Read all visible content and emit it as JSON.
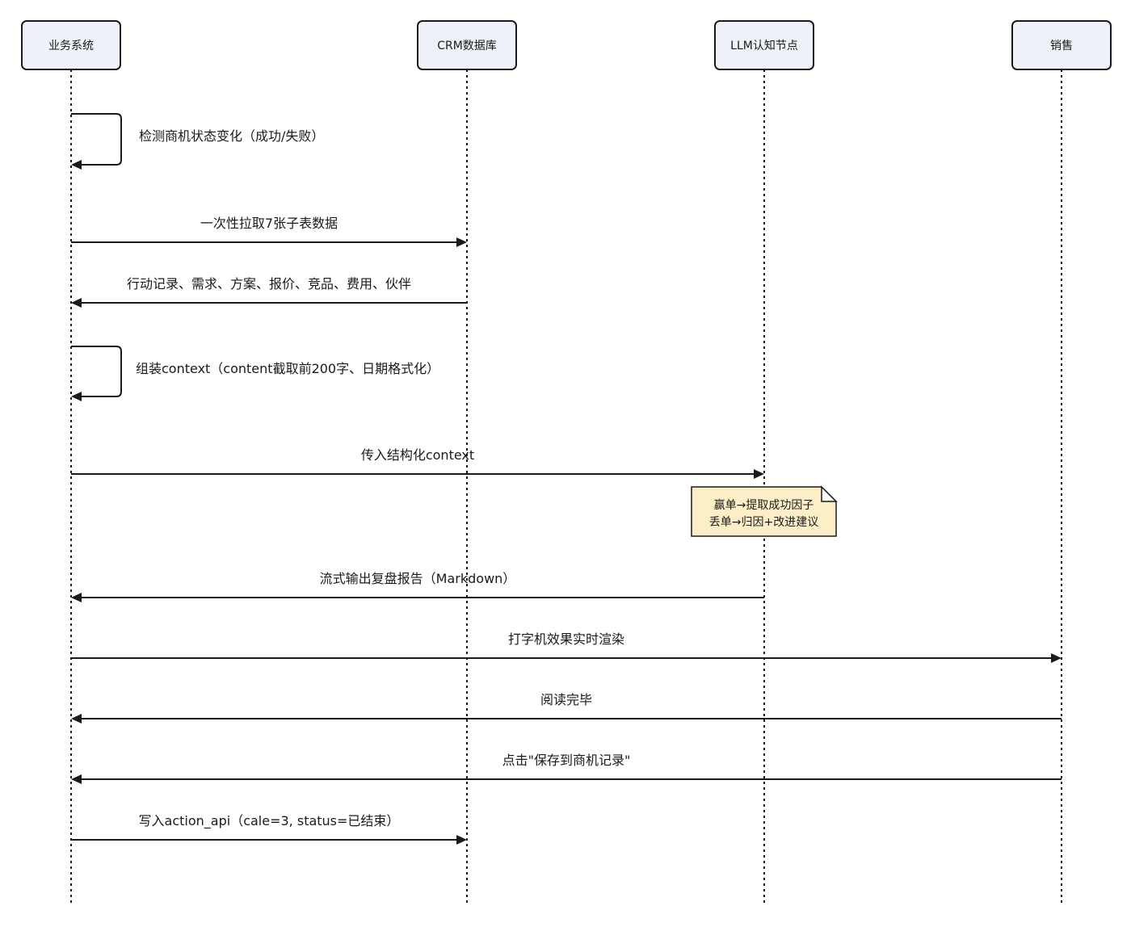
{
  "participants": [
    {
      "id": "biz",
      "label": "业务系统"
    },
    {
      "id": "crm",
      "label": "CRM数据库"
    },
    {
      "id": "llm",
      "label": "LLM认知节点"
    },
    {
      "id": "sales",
      "label": "销售"
    }
  ],
  "messages": [
    {
      "from": "biz",
      "to": "biz",
      "label": "检测商机状态变化（成功/失败）"
    },
    {
      "from": "biz",
      "to": "crm",
      "label": "一次性拉取7张子表数据"
    },
    {
      "from": "crm",
      "to": "biz",
      "label": "行动记录、需求、方案、报价、竞品、费用、伙伴"
    },
    {
      "from": "biz",
      "to": "biz",
      "label": "组装context（content截取前200字、日期格式化）"
    },
    {
      "from": "biz",
      "to": "llm",
      "label": "传入结构化context"
    },
    {
      "from": "llm",
      "to": "biz",
      "label": "流式输出复盘报告（Markdown）"
    },
    {
      "from": "biz",
      "to": "sales",
      "label": "打字机效果实时渲染"
    },
    {
      "from": "sales",
      "to": "biz",
      "label": "阅读完毕"
    },
    {
      "from": "sales",
      "to": "biz",
      "label": "点击\"保存到商机记录\""
    },
    {
      "from": "biz",
      "to": "crm",
      "label": "写入action_api（cale=3, status=已结束）"
    }
  ],
  "note": {
    "over": "llm",
    "after_message": 4,
    "lines": [
      "赢单→提取成功因子",
      "丢单→归因+改进建议"
    ]
  }
}
